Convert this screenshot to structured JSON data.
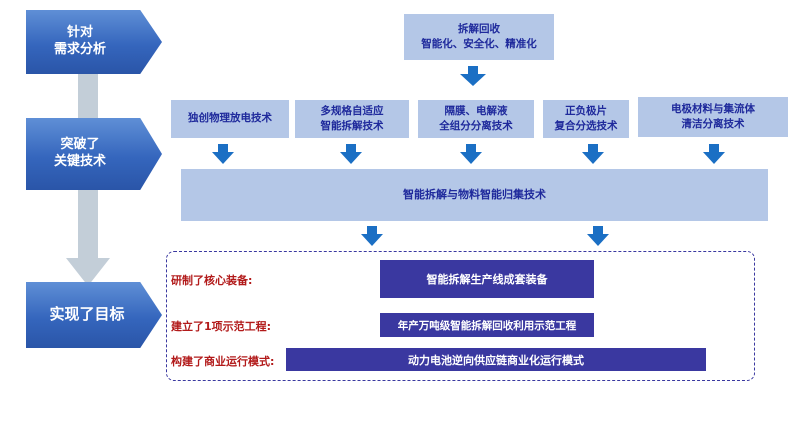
{
  "stages": [
    {
      "label_line1": "针对",
      "label_line2": "需求分析"
    },
    {
      "label_line1": "突破了",
      "label_line2": "关键技术"
    },
    {
      "label_line1": "实现了目标",
      "label_line2": ""
    }
  ],
  "top_goal": {
    "line1": "拆解回收",
    "line2": "智能化、安全化、精准化"
  },
  "techs": [
    {
      "line1": "独创物理放电技术",
      "line2": ""
    },
    {
      "line1": "多规格自适应",
      "line2": "智能拆解技术"
    },
    {
      "line1": "隔膜、电解液",
      "line2": "全组分分离技术"
    },
    {
      "line1": "正负极片",
      "line2": "复合分选技术"
    },
    {
      "line1": "电极材料与集流体",
      "line2": "清洁分离技术"
    }
  ],
  "integration": "智能拆解与物料智能归集技术",
  "achievements": [
    {
      "label": "研制了核心装备:",
      "value": "智能拆解生产线成套装备"
    },
    {
      "label": "建立了1项示范工程:",
      "value": "年产万吨级智能拆解回收利用示范工程"
    },
    {
      "label": "构建了商业运行模式:",
      "value": "动力电池逆向供应链商业化运行模式"
    }
  ],
  "colors": {
    "accent_blue": "#3566bd",
    "light_box": "#b4c7e7",
    "dark_box": "#3a38a0",
    "arrow_blue": "#1b6fc4",
    "label_red": "#b21a1a"
  }
}
